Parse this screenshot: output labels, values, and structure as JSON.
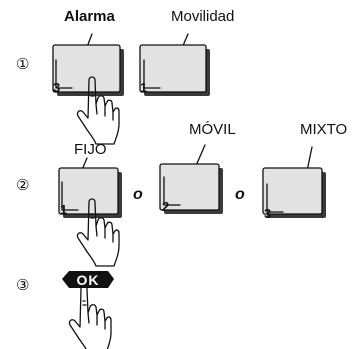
{
  "steps": [
    {
      "marker": "①"
    },
    {
      "marker": "②"
    },
    {
      "marker": "③"
    }
  ],
  "step1": {
    "options": [
      {
        "title": "Alarma",
        "key_number": "3"
      },
      {
        "title": "Movilidad",
        "key_number": "1"
      }
    ]
  },
  "step2": {
    "options": [
      {
        "title": "FIJO",
        "key_number": "1"
      },
      {
        "title": "MÓVIL",
        "key_number": "2"
      },
      {
        "title": "MIXTO",
        "key_number": "3"
      }
    ],
    "conjunction": "o"
  },
  "step3": {
    "button_label": "OK"
  },
  "colors": {
    "ink": "#111111",
    "key_face": "#e2e2e2",
    "key_shadow": "#3a3a3a",
    "ok_fill": "#111111"
  },
  "icons": [
    "circled-number-icon",
    "key-button-icon",
    "pointing-hand-icon",
    "ok-button-icon"
  ]
}
